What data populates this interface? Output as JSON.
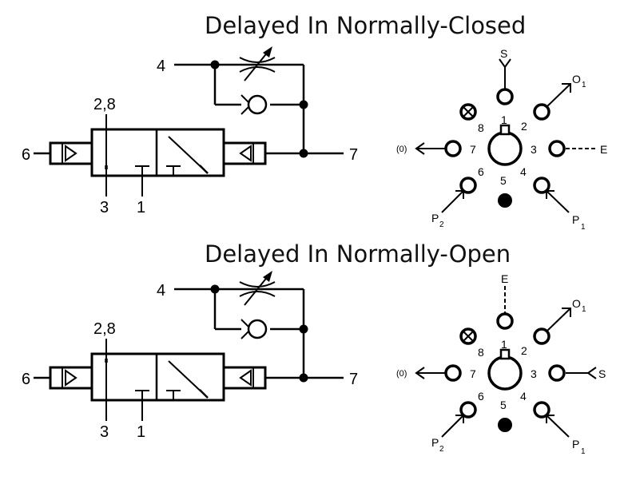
{
  "sections": [
    {
      "title": "Delayed In Normally-Closed",
      "schematic": {
        "port_4": "4",
        "port_28": "2,8",
        "port_6": "6",
        "port_7": "7",
        "port_3": "3",
        "port_1": "1"
      },
      "dial": {
        "top_label": "S",
        "top_line": "solid",
        "upper_right_label": "O",
        "upper_right_sub": "1",
        "left_label": "(0)",
        "right_label": "E",
        "right_line": "dashed",
        "lower_left_label": "P",
        "lower_left_sub": "2",
        "lower_right_label": "P",
        "lower_right_sub": "1",
        "num_1": "1",
        "num_2": "2",
        "num_3": "3",
        "num_4": "4",
        "num_5": "5",
        "num_6": "6",
        "num_7": "7",
        "num_8": "8"
      }
    },
    {
      "title": "Delayed In Normally-Open",
      "schematic": {
        "port_4": "4",
        "port_28": "2,8",
        "port_6": "6",
        "port_7": "7",
        "port_3": "3",
        "port_1": "1"
      },
      "dial": {
        "top_label": "E",
        "top_line": "dashed",
        "upper_right_label": "O",
        "upper_right_sub": "1",
        "left_label": "(0)",
        "right_label": "S",
        "right_line": "solid",
        "lower_left_label": "P",
        "lower_left_sub": "2",
        "lower_right_label": "P",
        "lower_right_sub": "1",
        "num_1": "1",
        "num_2": "2",
        "num_3": "3",
        "num_4": "4",
        "num_5": "5",
        "num_6": "6",
        "num_7": "7",
        "num_8": "8"
      }
    }
  ]
}
